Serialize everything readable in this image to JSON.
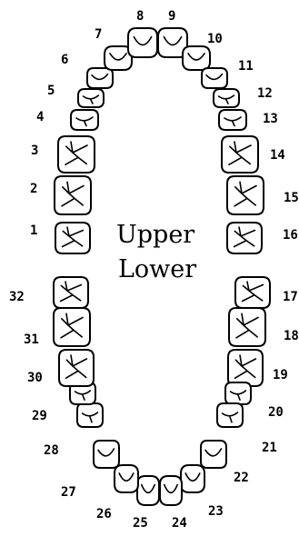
{
  "arch_labels": {
    "upper": "Upper",
    "lower": "Lower"
  },
  "tooth_numbers": [
    "1",
    "2",
    "3",
    "4",
    "5",
    "6",
    "7",
    "8",
    "9",
    "10",
    "11",
    "12",
    "13",
    "14",
    "15",
    "16",
    "17",
    "18",
    "19",
    "20",
    "21",
    "22",
    "23",
    "24",
    "25",
    "26",
    "27",
    "28",
    "29",
    "30",
    "31",
    "32"
  ],
  "colors": {
    "outline": "#000000",
    "background": "#ffffff"
  }
}
